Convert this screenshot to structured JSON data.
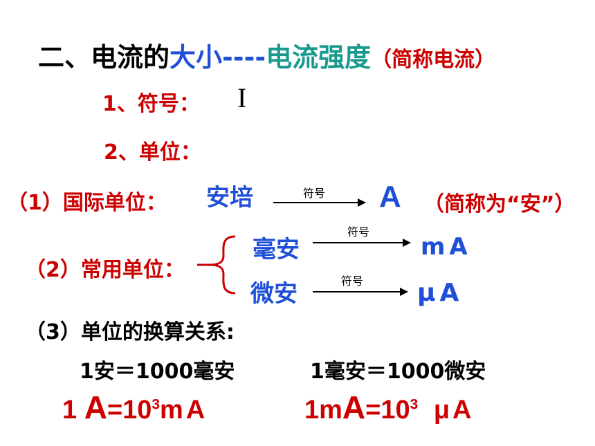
{
  "title": {
    "prefix": "二、电流的",
    "size": "大小",
    "dashes": "----",
    "strength": "电流强度",
    "abbrev": "（简称电流）"
  },
  "symbol": {
    "label": "1、符号：",
    "value": "I"
  },
  "unit": {
    "label": "2、单位："
  },
  "international": {
    "label": "（1）国际单位：",
    "name": "安培",
    "arrow_label": "符号",
    "symbol": "A",
    "abbrev": "（简称为“安”）"
  },
  "common": {
    "label": "（2）常用单位：",
    "items": [
      {
        "name": "毫安",
        "arrow_label": "符号",
        "symbol": "mA"
      },
      {
        "name": "微安",
        "arrow_label": "符号",
        "symbol": "μA"
      }
    ]
  },
  "conversion": {
    "label": "（3）单位的换算关系:",
    "eq1_text": "1安＝1000毫安",
    "eq2_text": "1毫安＝1000微安",
    "eq1_symbolic": {
      "left_num": "1",
      "left_unit": "A",
      "eq": "=10",
      "exp": "3",
      "right_unit": "mA"
    },
    "eq2_symbolic": {
      "left_prefix": "1m",
      "left_unit": "A",
      "eq": "=10",
      "exp": "3",
      "right_unit": "μA"
    }
  },
  "colors": {
    "red": "#cc0000",
    "blue": "#1f4fd6",
    "teal": "#1a9a8f",
    "black": "#000000"
  }
}
